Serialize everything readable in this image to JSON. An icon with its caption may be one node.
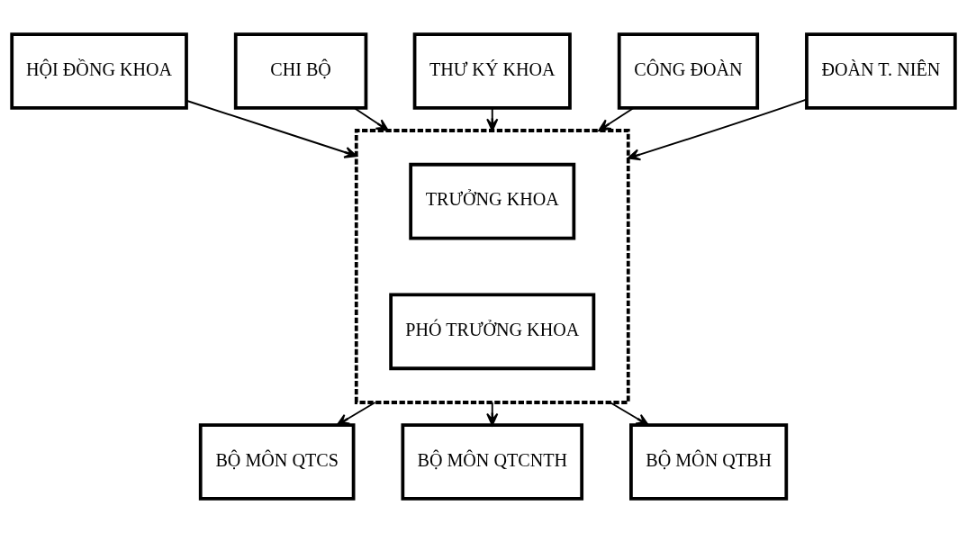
{
  "diagram": {
    "nodes": [
      {
        "text": [
          "HỘI ĐỒNG KHOA"
        ]
      },
      {
        "text": [],
        "shape": "box"
      },
      {
        "text": [
          "TRƯỞNG KHOA"
        ],
        "in": 1
      },
      {
        "text": [
          "PHÓ TRƯỞNG KHOA"
        ],
        "in": 1
      },
      {
        "text": [
          "CHI BỘ"
        ]
      },
      {
        "text": [
          "THƯ KÝ KHOA"
        ]
      },
      {
        "text": [
          "CÔNG ĐOÀN"
        ]
      },
      {
        "text": [
          "ĐOÀN T. NIÊN"
        ]
      },
      {
        "text": [
          "BỘ MÔN QTCS"
        ]
      },
      {
        "text": [
          "BỘ MÔN QTCNTH"
        ]
      },
      {
        "text": [
          "BỘ MÔN QTBH"
        ]
      }
    ],
    "edges": [
      {
        "from": 0,
        "to": 1,
        "arrow": "to"
      },
      {
        "from": 5,
        "to": 1,
        "arrow": "to"
      },
      {
        "from": 4,
        "to": 1,
        "arrow": "to"
      },
      {
        "from": 6,
        "to": 1,
        "arrow": "to"
      },
      {
        "from": 7,
        "to": 1,
        "arrow": "to"
      },
      {
        "from": 1,
        "to": 8,
        "arrow": "to"
      },
      {
        "from": 1,
        "to": 9,
        "arrow": "to"
      },
      {
        "from": 1,
        "to": 10,
        "arrow": "to"
      }
    ]
  }
}
